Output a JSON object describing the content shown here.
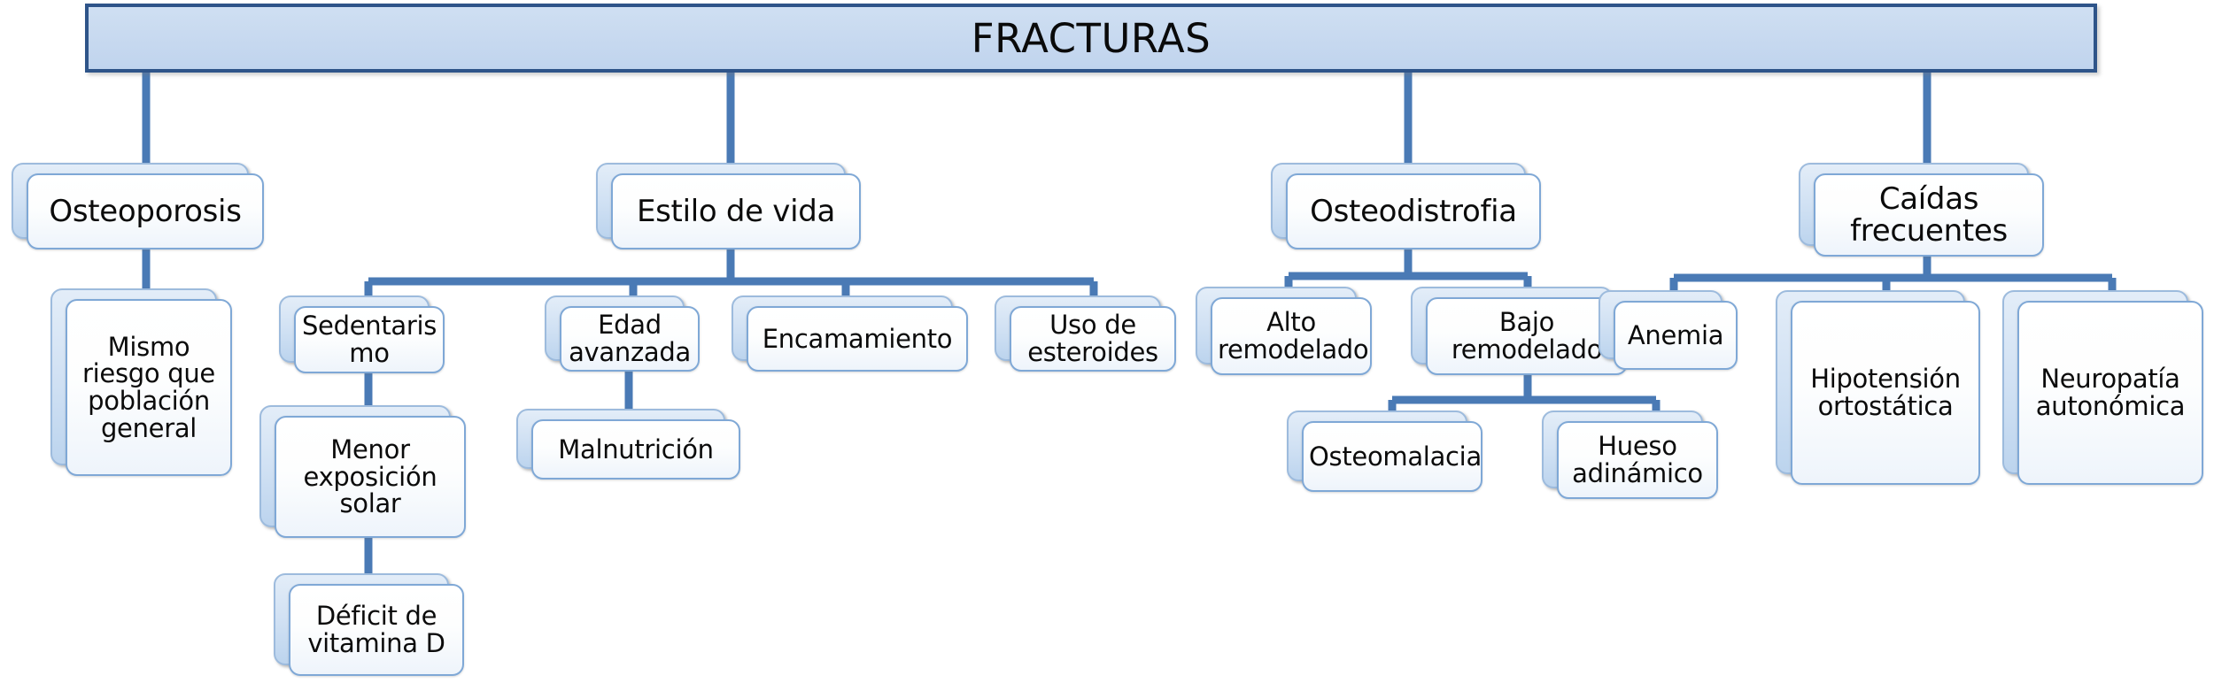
{
  "diagram": {
    "title": "FRACTURAS",
    "type": "hierarchy-tree",
    "colors": {
      "root_fill": "#c6d8ef",
      "root_border": "#2e5489",
      "node_fill": "#ffffff",
      "node_border": "#7fa8d6",
      "node_back_fill": "#cfe0f3",
      "connector": "#4a7ab5",
      "text": "#0b0b0b",
      "background": "#ffffff"
    },
    "root": {
      "label": "FRACTURAS"
    },
    "branches": [
      {
        "id": "osteoporosis",
        "label": "Osteoporosis",
        "children": [
          {
            "id": "mismo-riesgo",
            "label": "Mismo riesgo que población general",
            "children": []
          }
        ]
      },
      {
        "id": "estilo-de-vida",
        "label": "Estilo de vida",
        "children": [
          {
            "id": "sedentarismo",
            "label": "Sedentaris mo",
            "children": [
              {
                "id": "menor-exposicion-solar",
                "label": "Menor exposición solar",
                "children": [
                  {
                    "id": "deficit-vitamina-d",
                    "label": "Déficit de vitamina D",
                    "children": []
                  }
                ]
              }
            ]
          },
          {
            "id": "edad-avanzada",
            "label": "Edad avanzada",
            "children": [
              {
                "id": "malnutricion",
                "label": "Malnutrición",
                "children": []
              }
            ]
          },
          {
            "id": "encamamiento",
            "label": "Encamamiento",
            "children": []
          },
          {
            "id": "uso-de-esteroides",
            "label": "Uso de esteroides",
            "children": []
          }
        ]
      },
      {
        "id": "osteodistrofia",
        "label": "Osteodistrofia",
        "children": [
          {
            "id": "alto-remodelado",
            "label": "Alto remodelado",
            "children": []
          },
          {
            "id": "bajo-remodelado",
            "label": "Bajo remodelado",
            "children": [
              {
                "id": "osteomalacia",
                "label": "Osteomalacia",
                "children": []
              },
              {
                "id": "hueso-adinamico",
                "label": "Hueso adinámico",
                "children": []
              }
            ]
          }
        ]
      },
      {
        "id": "caidas-frecuentes",
        "label": "Caídas frecuentes",
        "children": [
          {
            "id": "anemia",
            "label": "Anemia",
            "children": []
          },
          {
            "id": "hipotension-ortostatica",
            "label": "Hipotensión ortostática",
            "children": []
          },
          {
            "id": "neuropatia-autonomica",
            "label": "Neuropatía autonómica",
            "children": []
          }
        ]
      }
    ],
    "nodes": {
      "osteoporosis": "Osteoporosis",
      "mismo_riesgo": "Mismo riesgo que población general",
      "estilo_de_vida": "Estilo de vida",
      "sedentarismo": "Sedentaris mo",
      "menor_exposicion": "Menor exposición solar",
      "deficit_vitamina_d": "Déficit de vitamina D",
      "edad_avanzada": "Edad avanzada",
      "malnutricion": "Malnutrición",
      "encamamiento": "Encamamiento",
      "uso_esteroides": "Uso de esteroides",
      "osteodistrofia": "Osteodistrofia",
      "alto_remodelado": "Alto remodelado",
      "bajo_remodelado": "Bajo remodelado",
      "osteomalacia": "Osteomalacia",
      "hueso_adinamico": "Hueso adinámico",
      "caidas_frecuentes": "Caídas frecuentes",
      "anemia": "Anemia",
      "hipotension_ortostatica": "Hipotensión ortostática",
      "neuropatia_autonomica": "Neuropatía autonómica"
    }
  }
}
